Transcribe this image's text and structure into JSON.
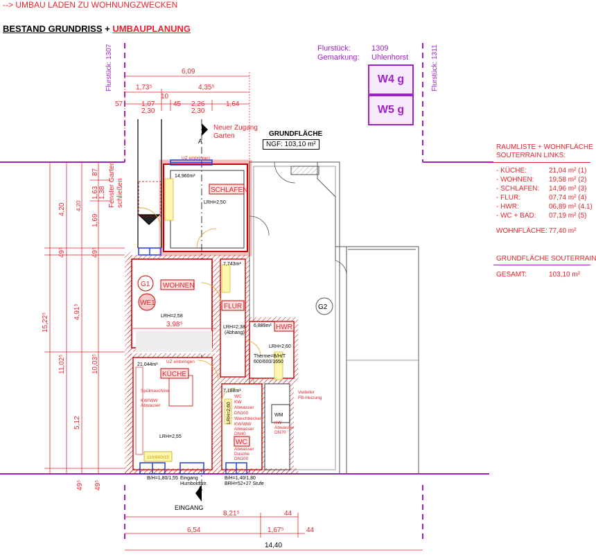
{
  "header": {
    "note": "--> UMBAU LADEN ZU WOHNUNGZWECKEN",
    "title_part1": "BESTAND GRUNDRISS",
    "title_plus": " + ",
    "title_part2": "UMBAUPLANUNG"
  },
  "parcel": {
    "flurstueck_label": "Flurstück:",
    "flurstueck_value": "1309",
    "gemarkung_label": "Gemarkung:",
    "gemarkung_value": "Uhlenhorst",
    "left_boundary": "Flurstück: 1307",
    "right_boundary": "Flurstück: 1311"
  },
  "badges": [
    "W4 g",
    "W5 g"
  ],
  "grundflaeche": {
    "title": "GRUNDFLÄCHE",
    "ngf": "NGF: 103,10 m²"
  },
  "raumliste": {
    "title_line1": "RAUMLISTE + WOHNFLÄCHE",
    "title_line2": "SOUTERRAIN LINKS:",
    "items": [
      {
        "name": "- KÜCHE:",
        "value": "21,04 m² (1)"
      },
      {
        "name": "- WOHNEN:",
        "value": "19,58 m² (2)"
      },
      {
        "name": "- SCHLAFEN:",
        "value": "14,96 m² (3)"
      },
      {
        "name": "- FLUR:",
        "value": "07,74 m² (4)"
      },
      {
        "name": "- HWR:",
        "value": "06,89 m² (4.1)"
      },
      {
        "name": "- WC + BAD:",
        "value": "07,19 m² (5)"
      }
    ],
    "wohnflaeche_label": "WOHNFLÄCHE:",
    "wohnflaeche_value": "77,40 m²",
    "souterrain_title": "GRUNDFLÄCHE SOUTERRAIN",
    "gesamt_label": "GESAMT:",
    "gesamt_value": "103,10 m²"
  },
  "plan": {
    "new_access": "Neuer Zugang",
    "garden": "Garten",
    "section_a": "A",
    "fenster": "Fenster Garten",
    "schliessen": "schließen",
    "eingang": "EINGANG",
    "eingang_small": "Eingang",
    "humboldt": "Humboldtstr.",
    "bh_left": "B/H=1,80/1,55",
    "bh_right": "B/H=1,40/1,80",
    "brh": "BRH=52+27 Stufe",
    "rooms": {
      "schlafen": "SCHLAFEN",
      "wohnen": "WOHNEN",
      "flur": "FLUR",
      "hwr": "HWR",
      "kueche": "KÜCHE",
      "wc": "WC",
      "g1": "G1",
      "we1": "WE1",
      "g2": "G2"
    },
    "areas": {
      "schlafen": "14,960m²",
      "flur": "7,743m²",
      "hwr": "6,889m²",
      "kueche": "21,044m²",
      "wc": "7,188m²"
    },
    "lrh": {
      "schlafen": "LRH=2,50",
      "wohnen": "LRH=2,58",
      "flur": "LRH=2,38",
      "flur_sub": "(Abhang)",
      "hwr": "LRH=2,60",
      "kueche": "LRH=2,55",
      "wc": "LRH=2,60"
    },
    "notes": {
      "uz_top": "UZ einbringen",
      "uz_kueche": "UZ einbringen",
      "therme1": "Therme=B/H/T",
      "therme2": "600/600/1650",
      "spuel": "Spülmaschine",
      "kwww": "KW/WW",
      "abw": "Abwasser",
      "wm": "WM",
      "wc_kw": "KW",
      "wc_abw1": "Abwasser",
      "wc_dn100": "DN100",
      "wc_wasch": "Waschbecken",
      "wc_kwww": "KW/WW",
      "wc_abw2": "Abwasser",
      "wc_dn40": "DN40",
      "wc_abw3": "Abwasser",
      "wc_dusche": "Dusche",
      "wc_dn100b": "DN100",
      "wm_kw": "KW",
      "wm_abw": "Abwasser",
      "wm_dn70": "DN70",
      "verteiler": "Verteiler",
      "fb": "FB-Heizung",
      "sink": "110/600/15",
      "wc_prefix": "WC"
    },
    "dims_top": {
      "d609": "6,09",
      "d173": "1,73⁵",
      "d435": "4,35⁵",
      "d10": "10",
      "d57": "57",
      "d107": "1,07",
      "d45": "45",
      "d226": "2,26",
      "d164": "1,64",
      "d230a": "2,30",
      "d230b": "2,30"
    },
    "dims_left": {
      "d1522": "15,22⁵",
      "d1102": "11,02⁵",
      "d420": "4,20",
      "d420b": "4,20",
      "d49a": "49⁵",
      "d49b": "49⁵",
      "d491": "4,91⁵",
      "d512": "5,12",
      "d1003": "10,03⁵",
      "d163": "1,63",
      "d138": "1,38",
      "d87": "87",
      "d169": "1,69",
      "d49c": "49⁵",
      "d49d": "49⁵"
    },
    "dims_inner": {
      "d398": "3,98⁵"
    },
    "dims_bottom": {
      "d821": "8,21⁵",
      "d44a": "44",
      "d654": "6,54",
      "d167": "1,67⁵",
      "d44b": "44",
      "d1440": "14,40"
    }
  }
}
